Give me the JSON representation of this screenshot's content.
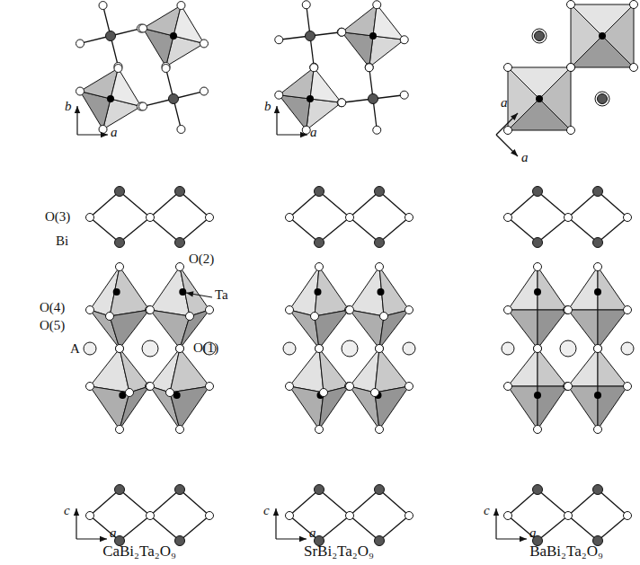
{
  "diagram": {
    "labels": [
      "b",
      "a",
      "b",
      "a",
      "a",
      "a",
      "O(3)",
      "Bi",
      "O(2)",
      "O(4)",
      "O(5)",
      "Ta",
      "A",
      "O(1)",
      "c",
      "a",
      "c",
      "a",
      "c",
      "a",
      "CaBi₂Ta₂O₉",
      "SrBi₂Ta₂O₉",
      "BaBi₂Ta₂O₉"
    ]
  }
}
